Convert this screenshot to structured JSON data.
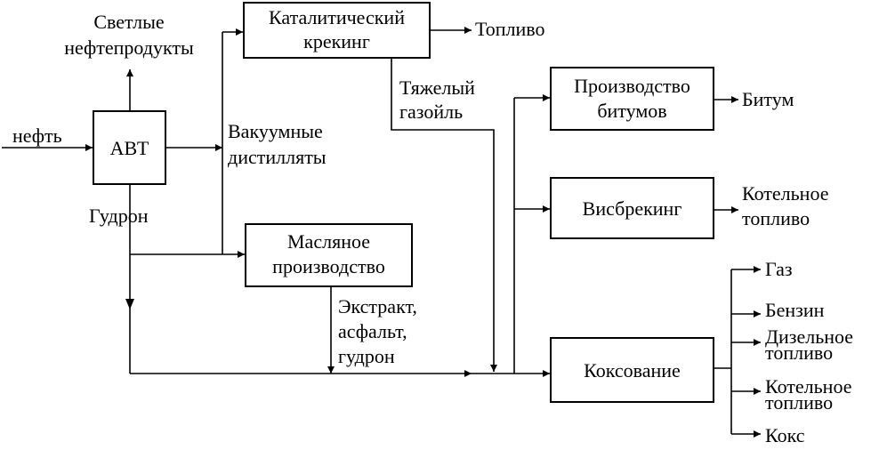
{
  "nodes": {
    "avt": "АВТ",
    "cracking": [
      "Каталитический",
      "крекинг"
    ],
    "oil_production": [
      "Масляное",
      "производство"
    ],
    "bitumen_production": [
      "Производство",
      "битумов"
    ],
    "visbreaking": "Висбрекинг",
    "coking": "Коксование"
  },
  "labels": {
    "oil": "нефть",
    "light_products": [
      "Светлые",
      "нефтепродукты"
    ],
    "vacuum_distillates": [
      "Вакуумные",
      "дистилляты"
    ],
    "tar": "Гудрон",
    "fuel": "Топливо",
    "heavy_gasoil": [
      "Тяжелый",
      "газойль"
    ],
    "extract": [
      "Экстракт,",
      "асфальт,",
      "гудрон"
    ],
    "bitumen": "Битум",
    "boiler_fuel_vis": [
      "Котельное",
      "топливо"
    ]
  },
  "coking_products": {
    "gas": "Газ",
    "gasoline": "Бензин",
    "diesel": [
      "Дизельное",
      "топливо"
    ],
    "boiler": [
      "Котельное",
      "топливо"
    ],
    "coke": "Кокс"
  }
}
